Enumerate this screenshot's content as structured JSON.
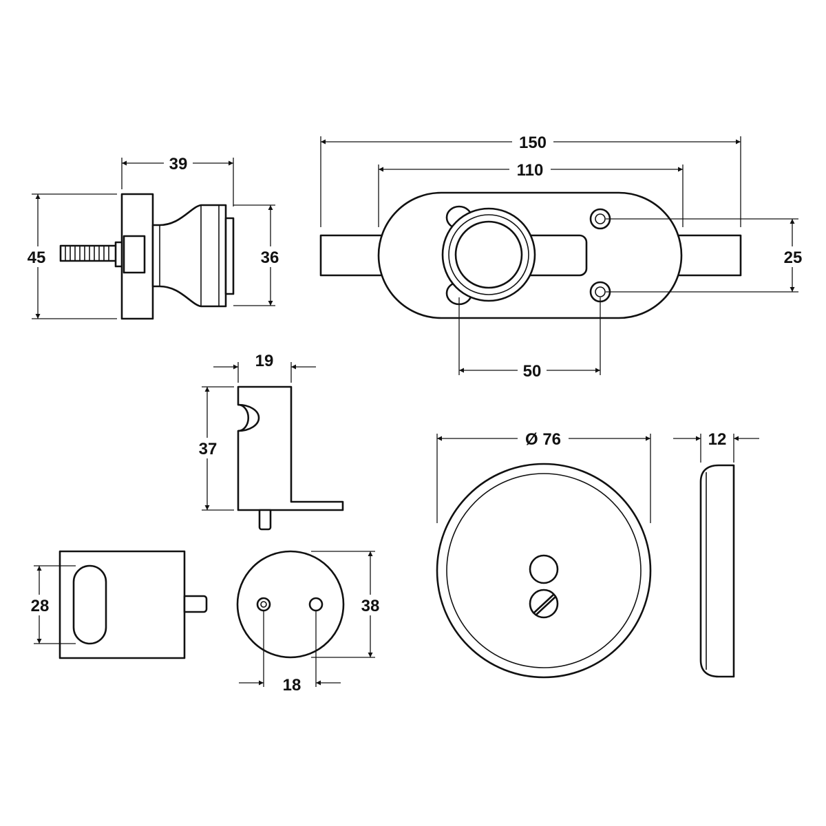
{
  "dimensions": {
    "knob_width": "39",
    "knob_height": "45",
    "knob_diameter": "36",
    "plate_length": "150",
    "bolt_centers": "110",
    "screw_spacing": "25",
    "knob_to_screw": "50",
    "bracket_width": "19",
    "bracket_height": "37",
    "rosette_diameter": "Ø 76",
    "rosette_depth": "12",
    "keeper_slot": "28",
    "cylinder_diameter": "38",
    "pin_spacing": "18"
  },
  "colors": {
    "line": "#111111",
    "paper": "#ffffff"
  }
}
